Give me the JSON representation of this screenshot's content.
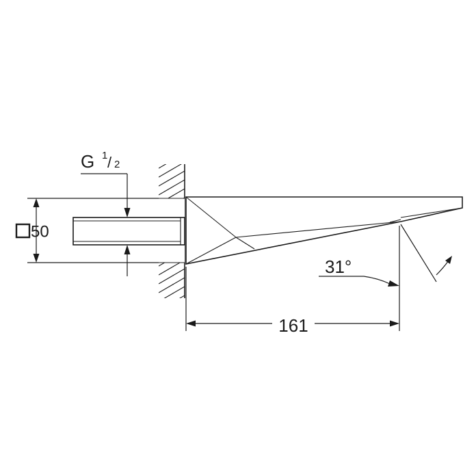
{
  "labels": {
    "thread_main": "G",
    "thread_num": "1",
    "thread_slash": "/",
    "thread_den": "2",
    "square_size": "50",
    "angle": "31°",
    "length": "161"
  },
  "colors": {
    "line": "#1a1a1a",
    "background": "#ffffff"
  }
}
